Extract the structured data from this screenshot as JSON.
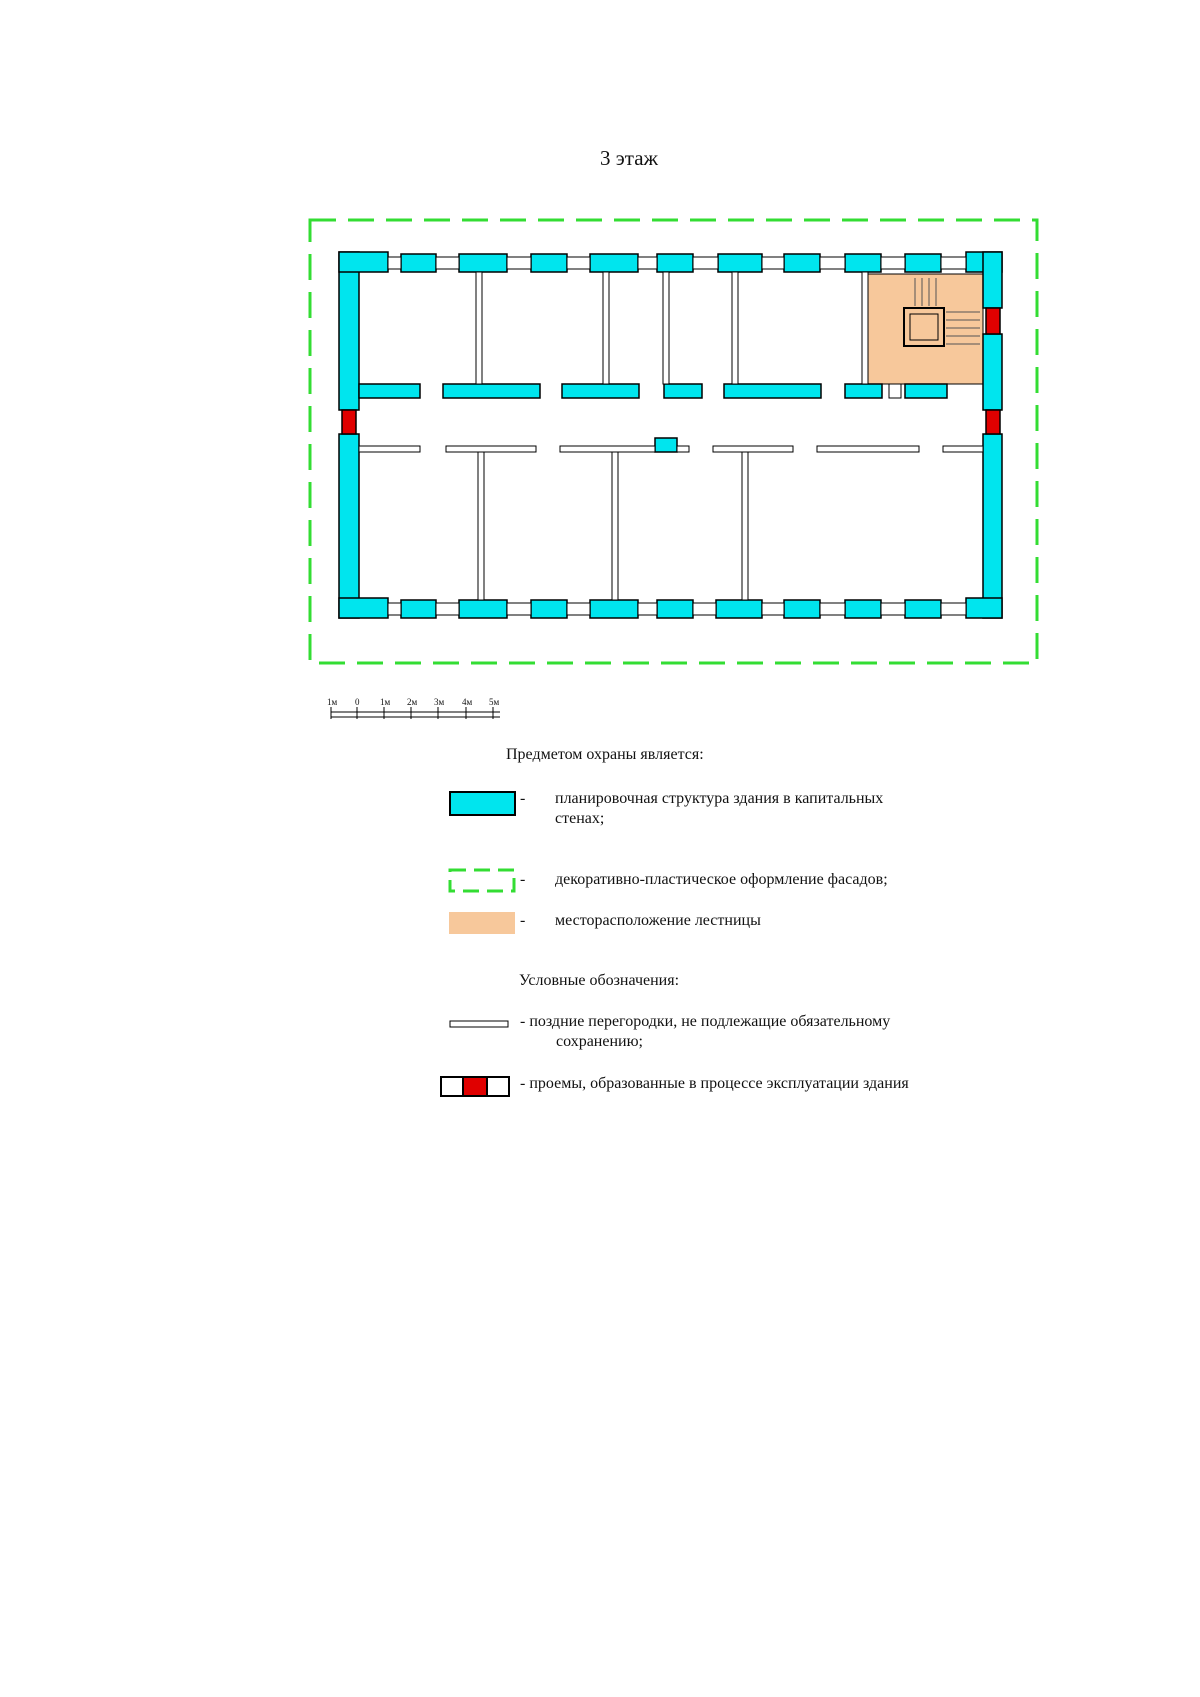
{
  "title": "3 этаж",
  "scale": {
    "labels": [
      "1м",
      "0",
      "1м",
      "2м",
      "3м",
      "4м",
      "5м"
    ]
  },
  "legend": {
    "protection_header": "Предметом охраны является:",
    "protection_items": [
      {
        "dash": "-",
        "text_line1": "планировочная структура здания в капитальных",
        "text_line2": "стенах;"
      },
      {
        "dash": "-",
        "text_line1": "декоративно-пластическое оформление фасадов;",
        "text_line2": ""
      },
      {
        "dash": "-",
        "text_line1": "месторасположение лестницы",
        "text_line2": ""
      }
    ],
    "symbols_header": "Условные обозначения:",
    "symbol_items": [
      {
        "text_line1": "- поздние перегородки, не подлежащие обязательному",
        "text_line2": "сохранению;"
      },
      {
        "text_line1": "- проемы, образованные в процессе эксплуатации здания",
        "text_line2": ""
      }
    ]
  },
  "colors": {
    "capital_wall": "#00E5EE",
    "facade_dash": "#33DD33",
    "stair": "#F7C89B",
    "opening": "#E00000",
    "partition": "#FFFFFF",
    "outline": "#000000"
  }
}
